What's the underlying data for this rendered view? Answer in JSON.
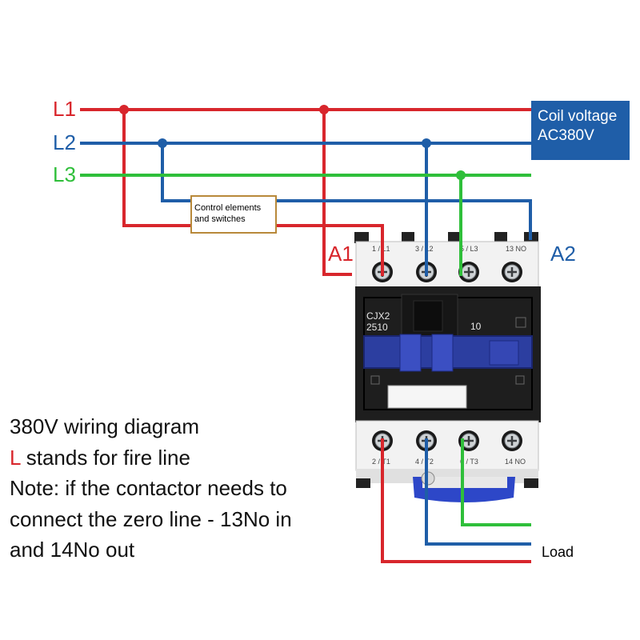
{
  "lines": {
    "l1": {
      "label": "L1",
      "color": "#d8262c"
    },
    "l2": {
      "label": "L2",
      "color": "#1f5ea8"
    },
    "l3": {
      "label": "L3",
      "color": "#2fbf3a"
    }
  },
  "coil": {
    "line1": "Coil voltage",
    "line2": "AC380V",
    "color": "#1f5ea8"
  },
  "control": {
    "line1": "Control elements",
    "line2": "and switches"
  },
  "coil_terminals": {
    "a1": "A1",
    "a2": "A2"
  },
  "contactor": {
    "model_line1": "CJX2",
    "model_line2": "2510",
    "aux_code": "10",
    "top_terminals": [
      "1 / L1",
      "3 / L2",
      "5 / L3",
      "13 NO"
    ],
    "bottom_terminals": [
      "2 / T1",
      "4 / T2",
      "6 / T3",
      "14 NO"
    ]
  },
  "notes": {
    "title": "380V wiring diagram",
    "l_letter": "L",
    "l_text": " stands for fire line",
    "note_line1": "Note: if the contactor needs to",
    "note_line2": "connect the zero line - 13No in",
    "note_line3": "and 14No out"
  },
  "load_label": "Load"
}
